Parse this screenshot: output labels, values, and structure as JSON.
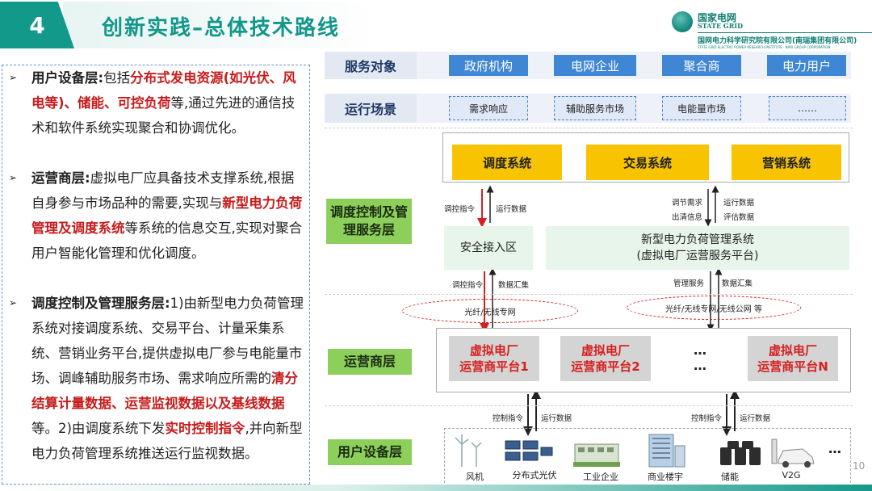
{
  "header": {
    "section_number": "4",
    "title": "创新实践–总体技术路线",
    "logo_cn": "国家电网",
    "logo_en": "STATE GRID",
    "institute": "国网电力科学研究院有限公司(南瑞集团有限公司)",
    "institute_en": "STATE GRID ELECTRIC POWER RESEARCH INSTITUTE · NARI GROUP CORPORATION"
  },
  "left_text": {
    "p1": {
      "head": "用户设备层:",
      "t1": "包括",
      "red1": "分布式发电资源(如光伏、风电等)、储能、可控负荷",
      "t2": "等,通过先进的通信技术和软件系统实现聚合和协调优化。"
    },
    "p2": {
      "head": "运营商层:",
      "t1": "虚拟电厂应具备技术支撑系统,根据自身参与市场品种的需要,实现与",
      "red1": "新型电力负荷管理及调度系统",
      "t2": "等系统的信息交互,实现对聚合用户智能化管理和优化调度。"
    },
    "p3": {
      "head": "调度控制及管理服务层:",
      "t1": "1)由新型电力负荷管理系统对接调度系统、交易平台、计量采集系统、营销业务平台,提供虚拟电厂参与电能量市场、调峰辅助服务市场、需求响应所需的",
      "red1": "清分结算计量数据、运营监视数据以及基线数据",
      "t2": "等。2)由调度系统下发",
      "red2": "实时控制指令",
      "t3": ",并向新型电力负荷管理系统推送运行监视数据。"
    }
  },
  "diagram": {
    "service_label": "服务对象",
    "service_items": [
      "政府机构",
      "电网企业",
      "聚合商",
      "电力用户"
    ],
    "scene_label": "运行场景",
    "scene_items": [
      "需求响应",
      "辅助服务市场",
      "电能量市场",
      "……"
    ],
    "dispatch_layer_label": "调度控制及管理服务层",
    "systems": [
      "调度系统",
      "交易系统",
      "营销系统"
    ],
    "secure_zone": "安全接入区",
    "load_mgmt_line1": "新型电力负荷管理系统",
    "load_mgmt_line2": "(虚拟电厂运营服务平台)",
    "arrows_top_left": [
      "调控指令",
      "运行数据"
    ],
    "arrows_top_right": [
      "调节需求",
      "出清信息",
      "运行数据",
      "评估数据"
    ],
    "arrows_mid_left": [
      "调控指令",
      "数据汇集"
    ],
    "arrows_mid_right": [
      "管理服务",
      "数据汇集"
    ],
    "network_left": "光纤/无线专网",
    "network_right": "光纤/无线专网/无线公网 等",
    "operator_layer_label": "运营商层",
    "vpp_items": [
      {
        "l1": "虚拟电厂",
        "l2": "运营商平台1"
      },
      {
        "l1": "虚拟电厂",
        "l2": "运营商平台2"
      },
      {
        "l1": "虚拟电厂",
        "l2": "运营商平台N"
      }
    ],
    "vpp_dots": "…",
    "arrows_bottom_left": [
      "控制指令",
      "运行数据"
    ],
    "arrows_bottom_right": [
      "控制指令",
      "运行数据"
    ],
    "user_layer_label": "用户设备层",
    "devices": [
      "风机",
      "分布式光伏",
      "工业企业",
      "商业楼宇",
      "储能",
      "V2G"
    ],
    "device_dots": "…"
  },
  "footer": {
    "page_number": "10"
  }
}
